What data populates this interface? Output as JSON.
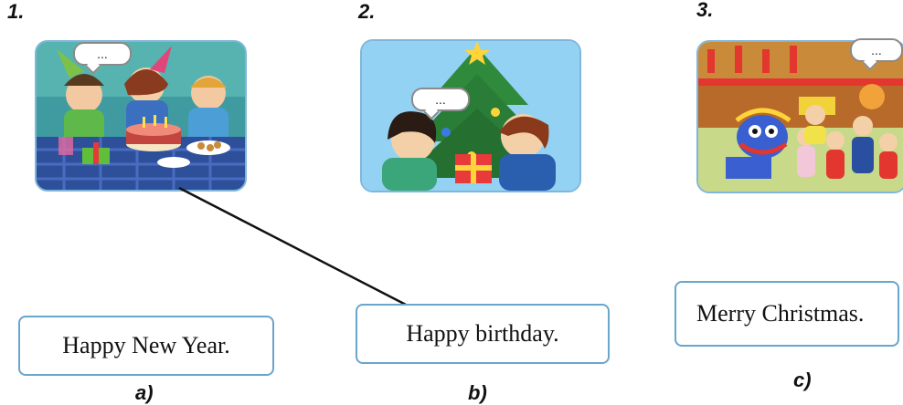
{
  "items": [
    {
      "number": "1.",
      "bubble": "..."
    },
    {
      "number": "2.",
      "bubble": "..."
    },
    {
      "number": "3.",
      "bubble": "..."
    }
  ],
  "options": [
    {
      "letter": "a)",
      "text": "Happy New Year."
    },
    {
      "letter": "b)",
      "text": "Happy birthday."
    },
    {
      "letter": "c)",
      "text": "Merry Christmas."
    }
  ],
  "connections": [
    {
      "from": "1",
      "to": "b"
    }
  ],
  "colors": {
    "card_border": "#6aa5cc",
    "picture_border": "#7fb6d9",
    "line": "#111111"
  }
}
